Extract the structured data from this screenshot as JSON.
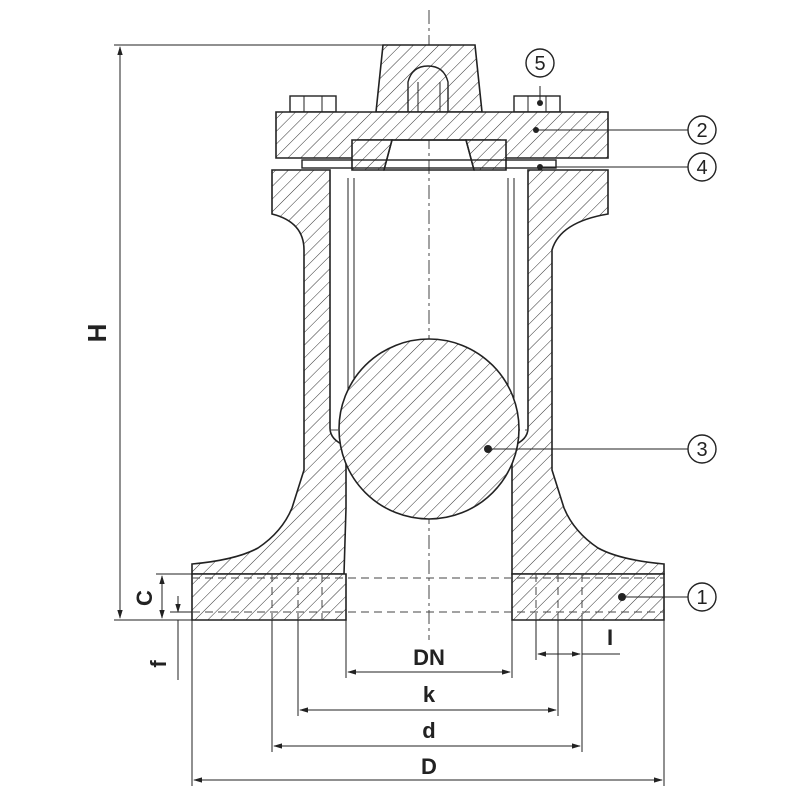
{
  "dimensions": {
    "H": "H",
    "C": "C",
    "f": "f",
    "I": "I",
    "DN": "DN",
    "k": "k",
    "d": "d",
    "D": "D"
  },
  "callouts": [
    "1",
    "2",
    "3",
    "4",
    "5"
  ],
  "colors": {
    "line": "#222222",
    "background": "#ffffff"
  }
}
